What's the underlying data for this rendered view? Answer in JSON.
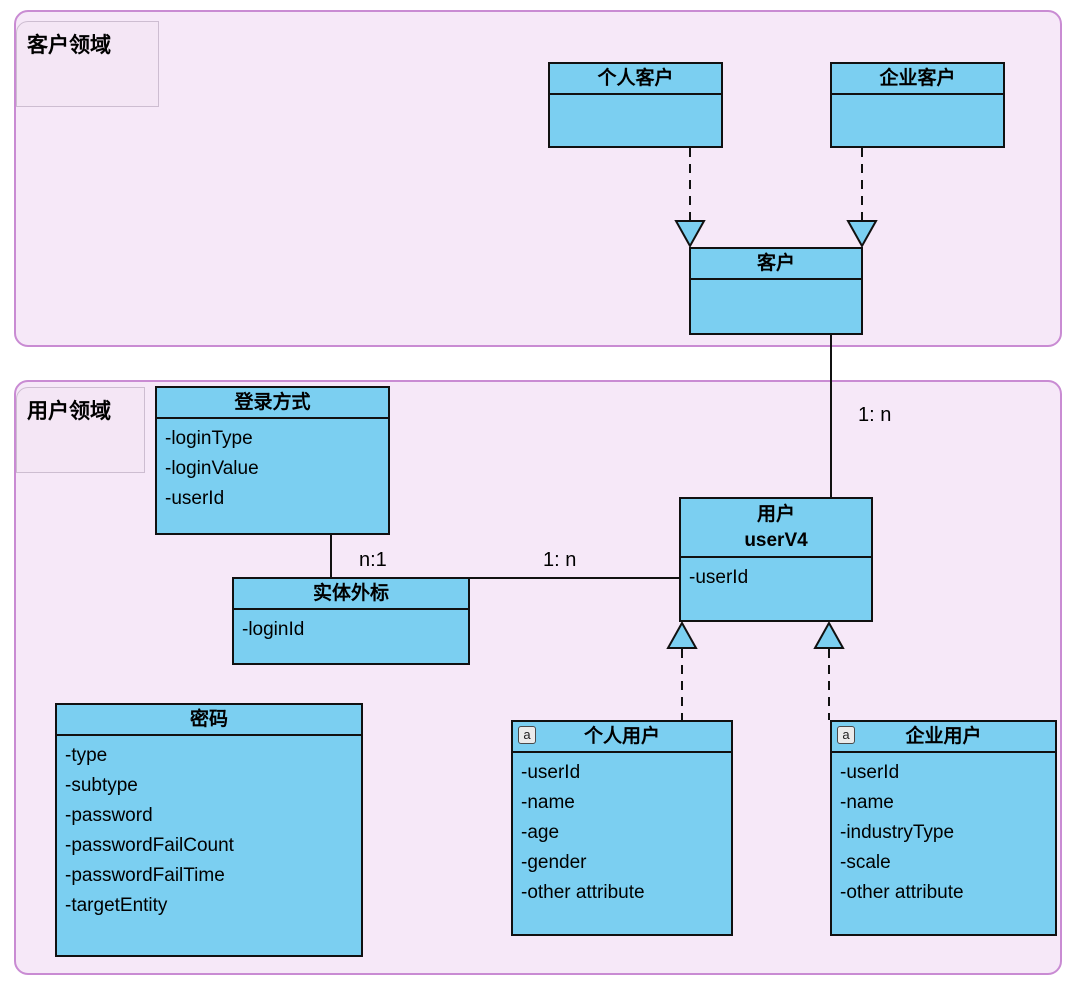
{
  "diagram": {
    "domains": [
      {
        "label": "客户领域"
      },
      {
        "label": "用户领域"
      }
    ],
    "classes": {
      "personal_customer": {
        "title": "个人客户"
      },
      "enterprise_customer": {
        "title": "企业客户"
      },
      "customer": {
        "title": "客户"
      },
      "login_method": {
        "title": "登录方式",
        "attrs": [
          "-loginType",
          "-loginValue",
          "-userId"
        ]
      },
      "entity_external": {
        "title": "实体外标",
        "attrs": [
          "-loginId"
        ]
      },
      "password": {
        "title": "密码",
        "attrs": [
          "-type",
          "-subtype",
          "-password",
          "-passwordFailCount",
          "-passwordFailTime",
          "-targetEntity"
        ]
      },
      "user": {
        "title": "用户",
        "subtitle": "userV4",
        "attrs": [
          "-userId"
        ]
      },
      "personal_user": {
        "title": "个人用户",
        "badge": "a",
        "attrs": [
          "-userId",
          "-name",
          "-age",
          "-gender",
          "-other attribute"
        ]
      },
      "enterprise_user": {
        "title": "企业用户",
        "badge": "a",
        "attrs": [
          "-userId",
          "-name",
          "-industryType",
          "-scale",
          "-other attribute"
        ]
      }
    },
    "connector_labels": {
      "customer_user": "1: n",
      "login_entity": "n:1",
      "entity_user": "1: n"
    },
    "colors": {
      "class_fill": "#7BCFF1",
      "class_border": "#111111",
      "domain_fill": "#F6E8F8",
      "domain_border": "#C98BD3",
      "connector": "#111111"
    }
  }
}
